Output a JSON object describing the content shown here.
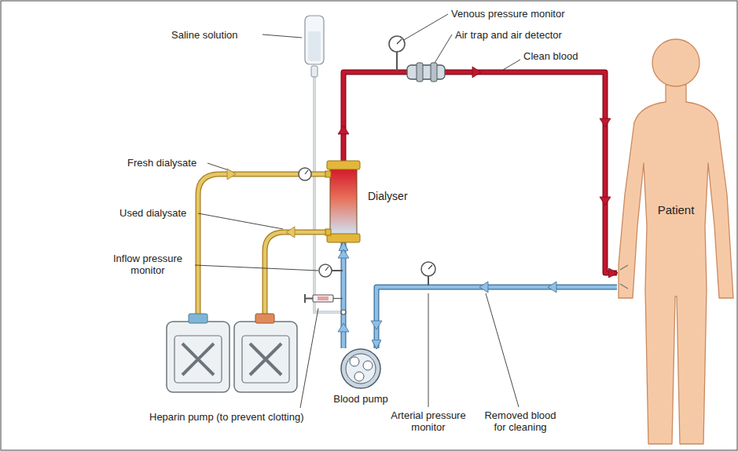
{
  "diagram": {
    "nodes": [
      {
        "text": [
          "Dialyser"
        ]
      },
      {
        "text": [
          "Patient"
        ]
      },
      {
        "text": [
          "Blood pump"
        ]
      }
    ],
    "edges": [
      {
        "from": 1,
        "to": 2,
        "arrow": "to"
      },
      {
        "from": 2,
        "to": 0,
        "arrow": "to"
      },
      {
        "from": 0,
        "to": 1,
        "arrow": "to"
      }
    ],
    "labels": [
      "Saline solution",
      "Fresh dialysate",
      "Used dialysate",
      "Inflow pressure monitor",
      "Heparin pump (to prevent clotting)",
      "Arterial pressure monitor",
      "Removed blood for cleaning",
      "Venous pressure monitor",
      "Air trap and air detector",
      "Clean blood"
    ]
  }
}
